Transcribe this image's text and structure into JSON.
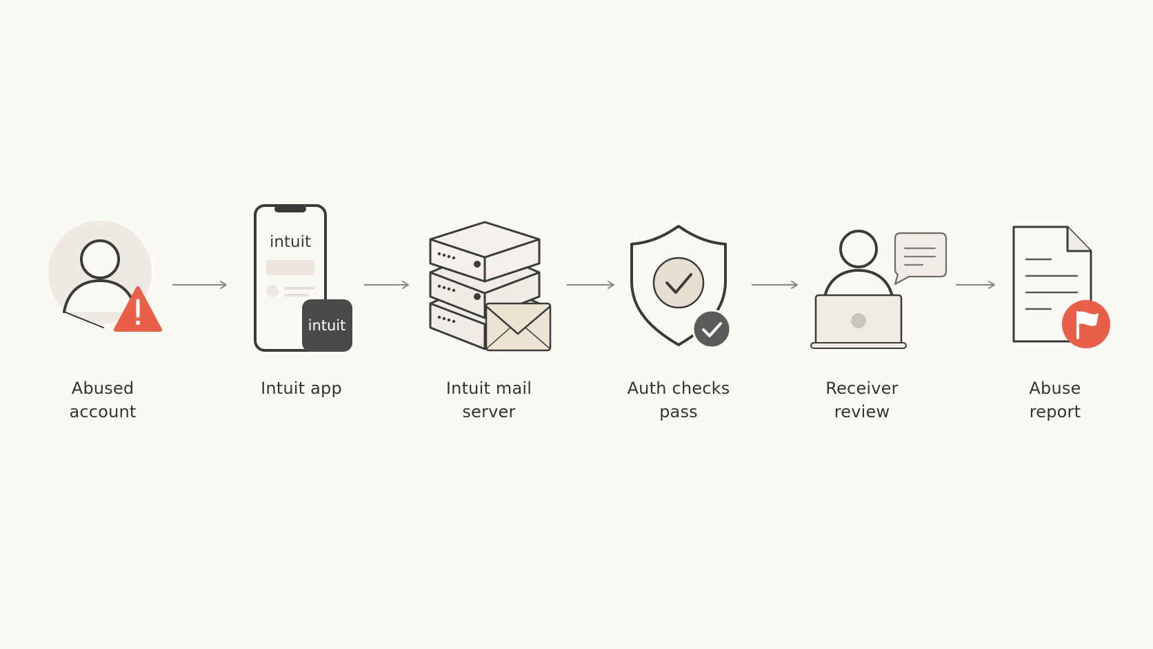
{
  "diagram": {
    "steps": [
      {
        "id": "abused-account",
        "label_lines": [
          "Abused",
          "account"
        ],
        "icon": "user-warning-icon"
      },
      {
        "id": "intuit-app",
        "label_lines": [
          "Intuit app"
        ],
        "icon": "phone-app-icon"
      },
      {
        "id": "intuit-mail-server",
        "label_lines": [
          "Intuit mail",
          "server"
        ],
        "icon": "server-mail-icon"
      },
      {
        "id": "auth-checks-pass",
        "label_lines": [
          "Auth checks",
          "pass"
        ],
        "icon": "shield-check-icon"
      },
      {
        "id": "receiver-review",
        "label_lines": [
          "Receiver",
          "review"
        ],
        "icon": "user-laptop-icon"
      },
      {
        "id": "abuse-report",
        "label_lines": [
          "Abuse",
          "report"
        ],
        "icon": "document-flag-icon"
      }
    ],
    "phone_brand": "intuit",
    "app_badge_brand": "intuit"
  },
  "colors": {
    "background": "#fbf9f3",
    "stroke": "#3a3a3a",
    "arrow": "#8c8c8c",
    "warning": "#e8604a",
    "badge_dark": "#4a4a4a",
    "fill_light": "#efece6",
    "fill_tan": "#e6dfd2"
  }
}
